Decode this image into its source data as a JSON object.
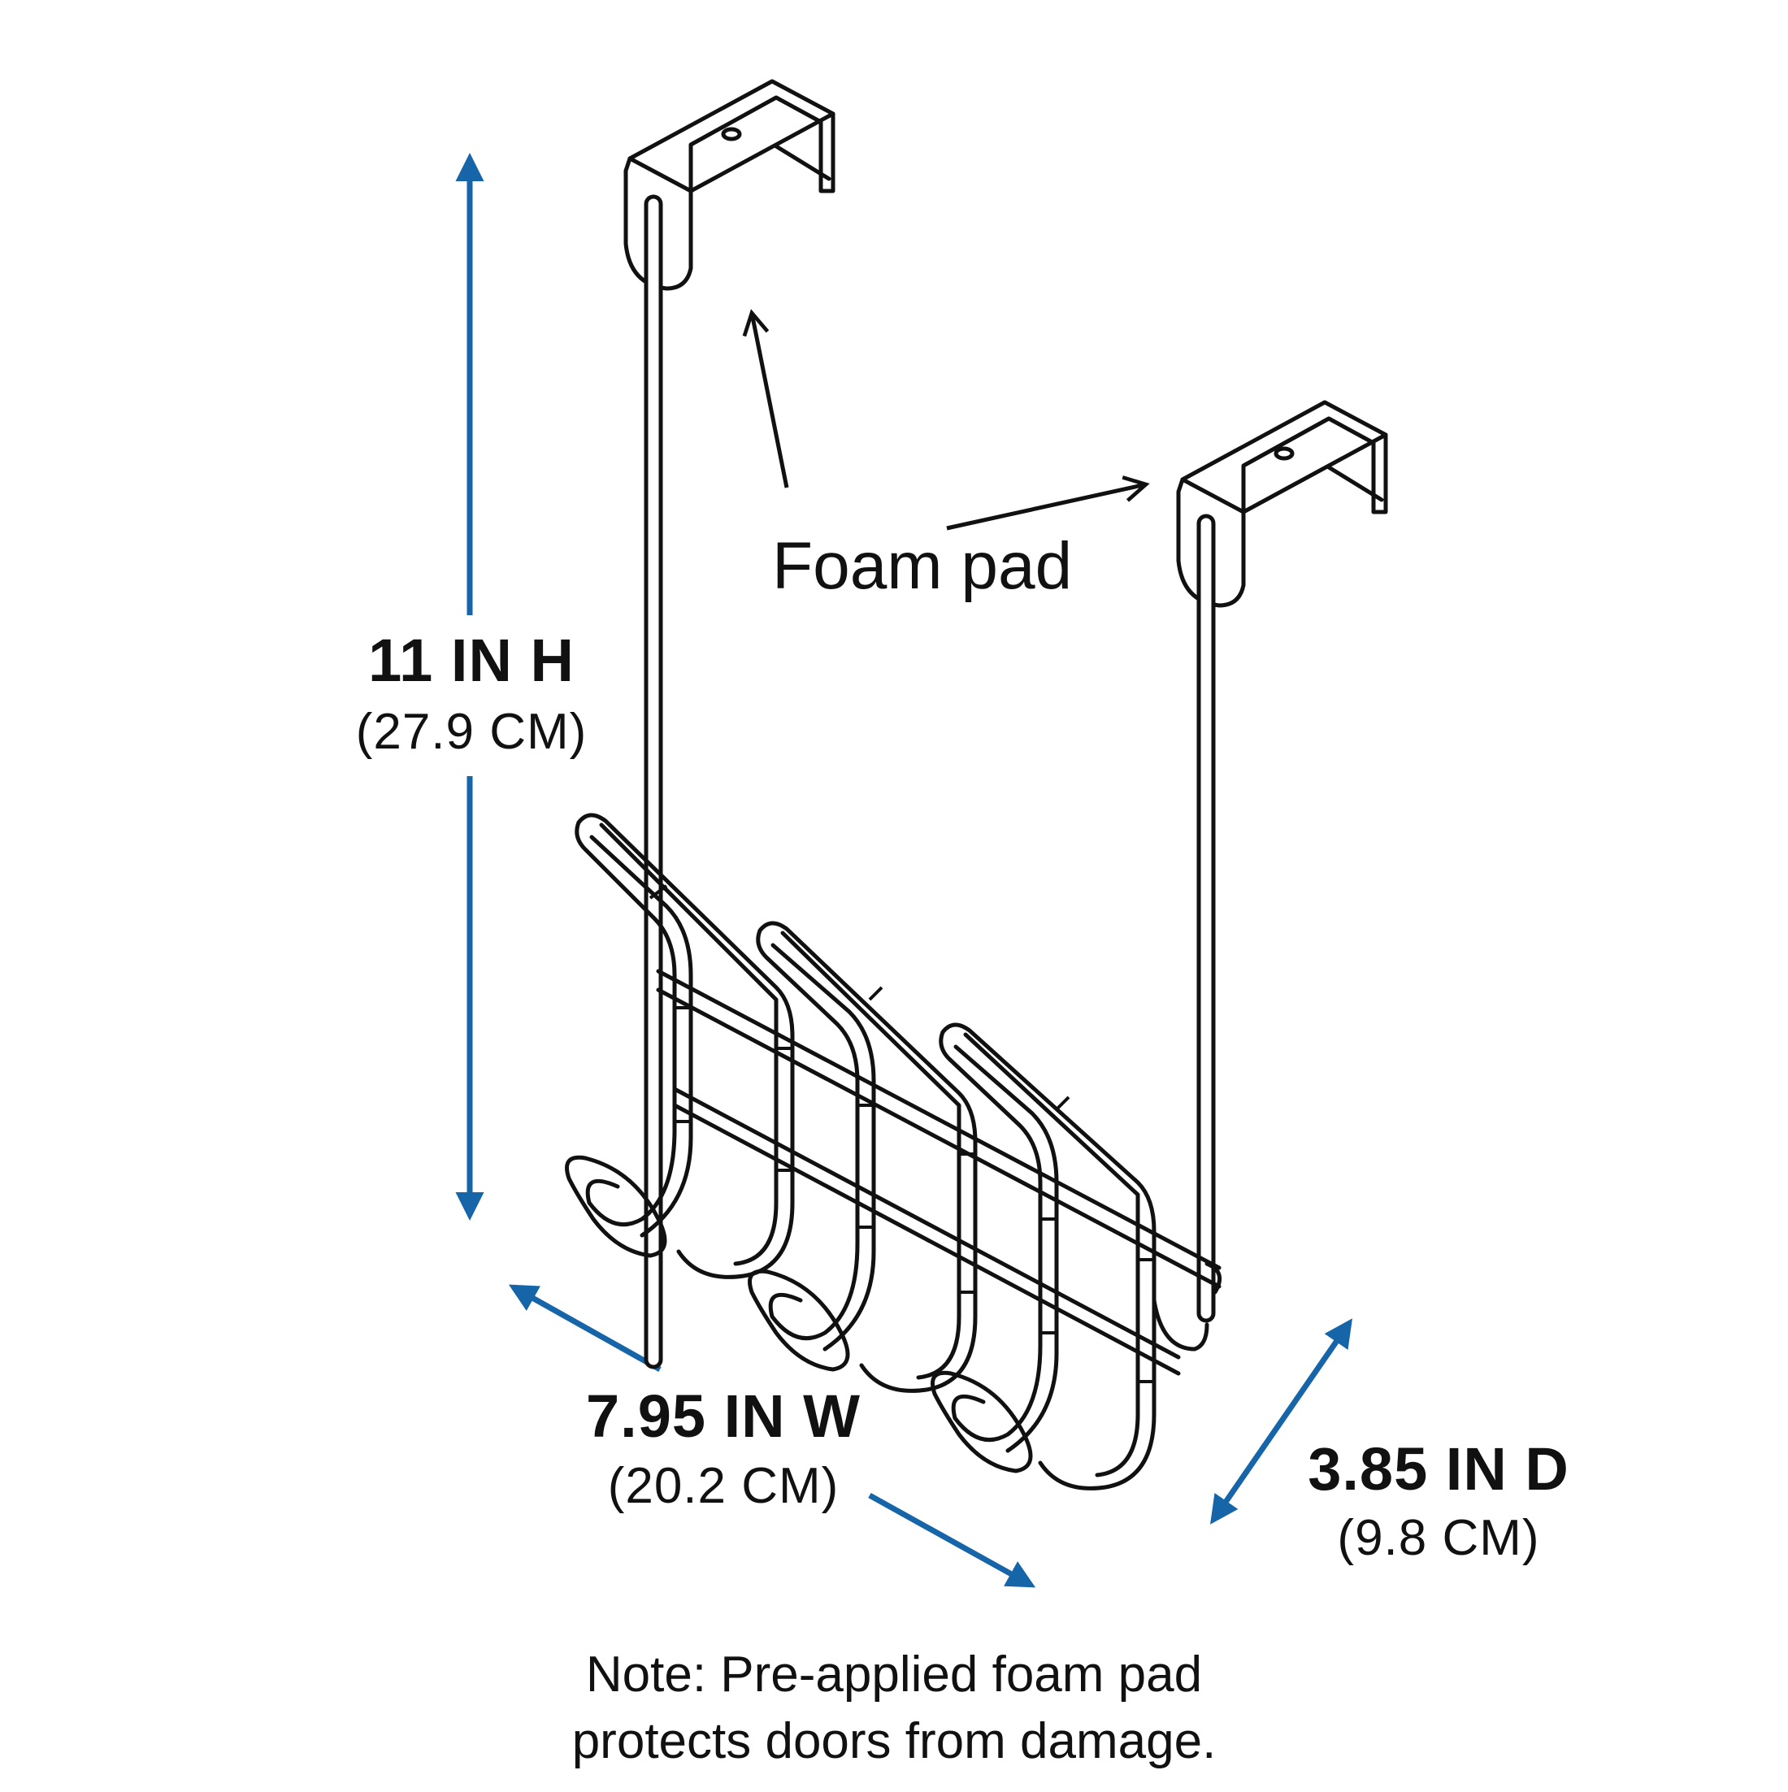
{
  "dimensions": {
    "height": {
      "label": "11 IN H",
      "metric": "(27.9 CM)",
      "value_in": 11,
      "value_cm": 27.9
    },
    "width": {
      "label": "7.95 IN W",
      "metric": "(20.2 CM)",
      "value_in": 7.95,
      "value_cm": 20.2
    },
    "depth": {
      "label": "3.85 IN D",
      "metric": "(9.8 CM)",
      "value_in": 3.85,
      "value_cm": 9.8
    }
  },
  "callout": {
    "label": "Foam pad"
  },
  "note": {
    "line1": "Note: Pre-applied foam pad",
    "line2": "protects doors from damage."
  },
  "colors": {
    "dimension_arrow": "#1565a8",
    "line_art": "#111111",
    "background": "#ffffff"
  },
  "product": {
    "hook_count": 3
  }
}
